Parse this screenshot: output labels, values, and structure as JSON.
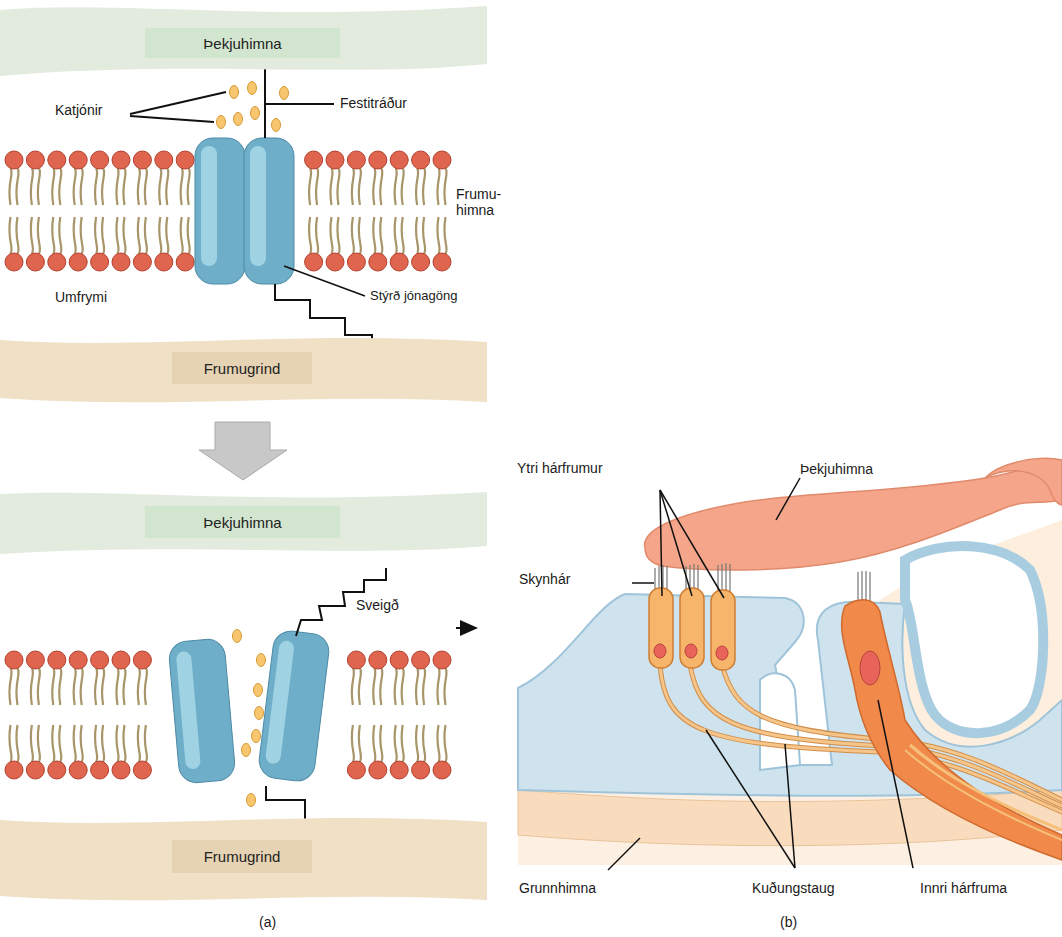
{
  "diagram": {
    "nodes": [
      {
        "text": [
          "Þekjuhimna"
        ]
      },
      {
        "text": [
          "Frumugrind"
        ]
      },
      {
        "text": [
          "Þekjuhimna"
        ]
      },
      {
        "text": [
          "Frumugrind"
        ]
      }
    ],
    "labels": [
      "Katjónir",
      "Festitráður",
      "Frumu- himna",
      "Umfrymi",
      "Stýrð jónagöng",
      "Sveigð",
      "Ytri hárfrumur",
      "Þekjuhimna",
      "Skynhár",
      "Grunnhimna",
      "Kuðungstaug",
      "Innri hárfruma",
      "(a)",
      "(b)"
    ]
  }
}
